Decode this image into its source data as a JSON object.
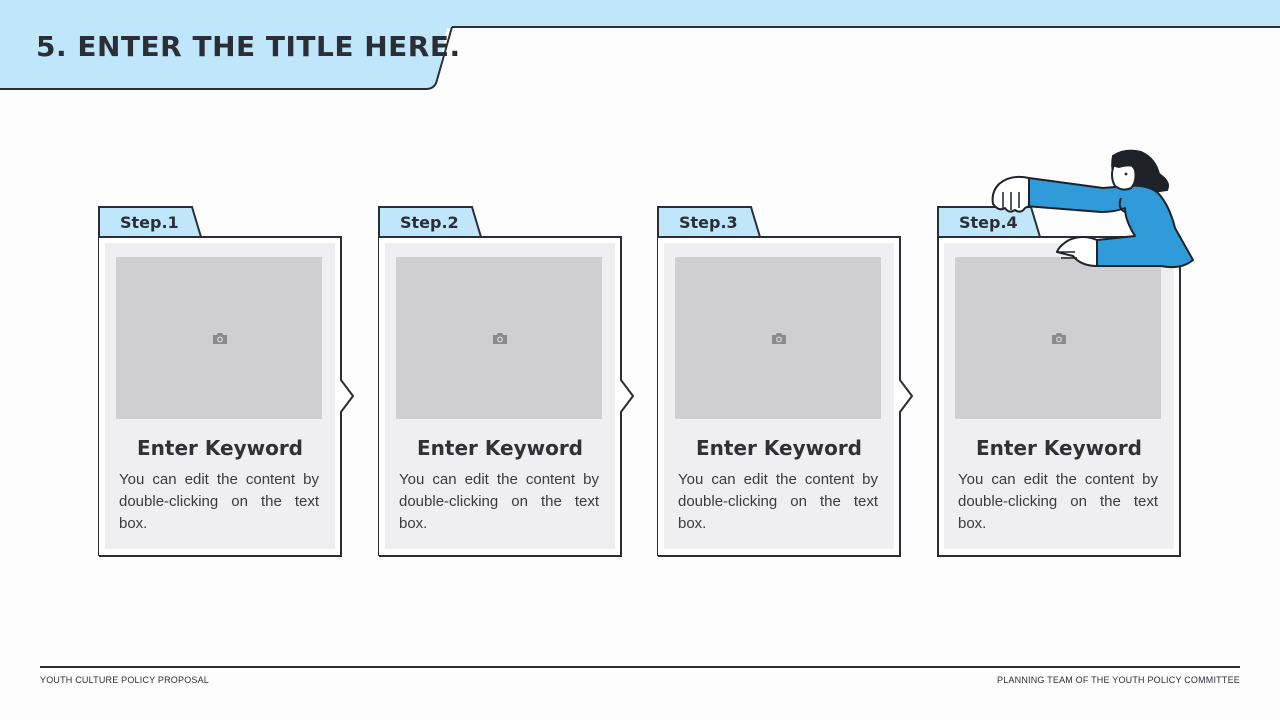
{
  "slide": {
    "title": "5. ENTER THE TITLE HERE."
  },
  "steps": [
    {
      "tab": "Step.1",
      "keyword": "Enter Keyword",
      "description": "You can edit the content by double-clicking on the text box."
    },
    {
      "tab": "Step.2",
      "keyword": "Enter Keyword",
      "description": "You can edit the content by double-clicking on the text box."
    },
    {
      "tab": "Step.3",
      "keyword": "Enter Keyword",
      "description": "You can edit the content by double-clicking on the text box."
    },
    {
      "tab": "Step.4",
      "keyword": "Enter Keyword",
      "description": "You can edit the content by double-clicking on the text box."
    }
  ],
  "footer": {
    "left": "YOUTH CULTURE POLICY PROPOSAL",
    "right": "PLANNING TEAM OF THE YOUTH POLICY COMMITTEE"
  },
  "icons": {
    "photo_placeholder": "camera-icon"
  },
  "colors": {
    "accent_light_blue": "#bfe6fb",
    "outline": "#2b2e35",
    "card_fill": "#efeff1",
    "photo_fill": "#cfcfd1",
    "illustration_blue": "#2f9bd8"
  }
}
